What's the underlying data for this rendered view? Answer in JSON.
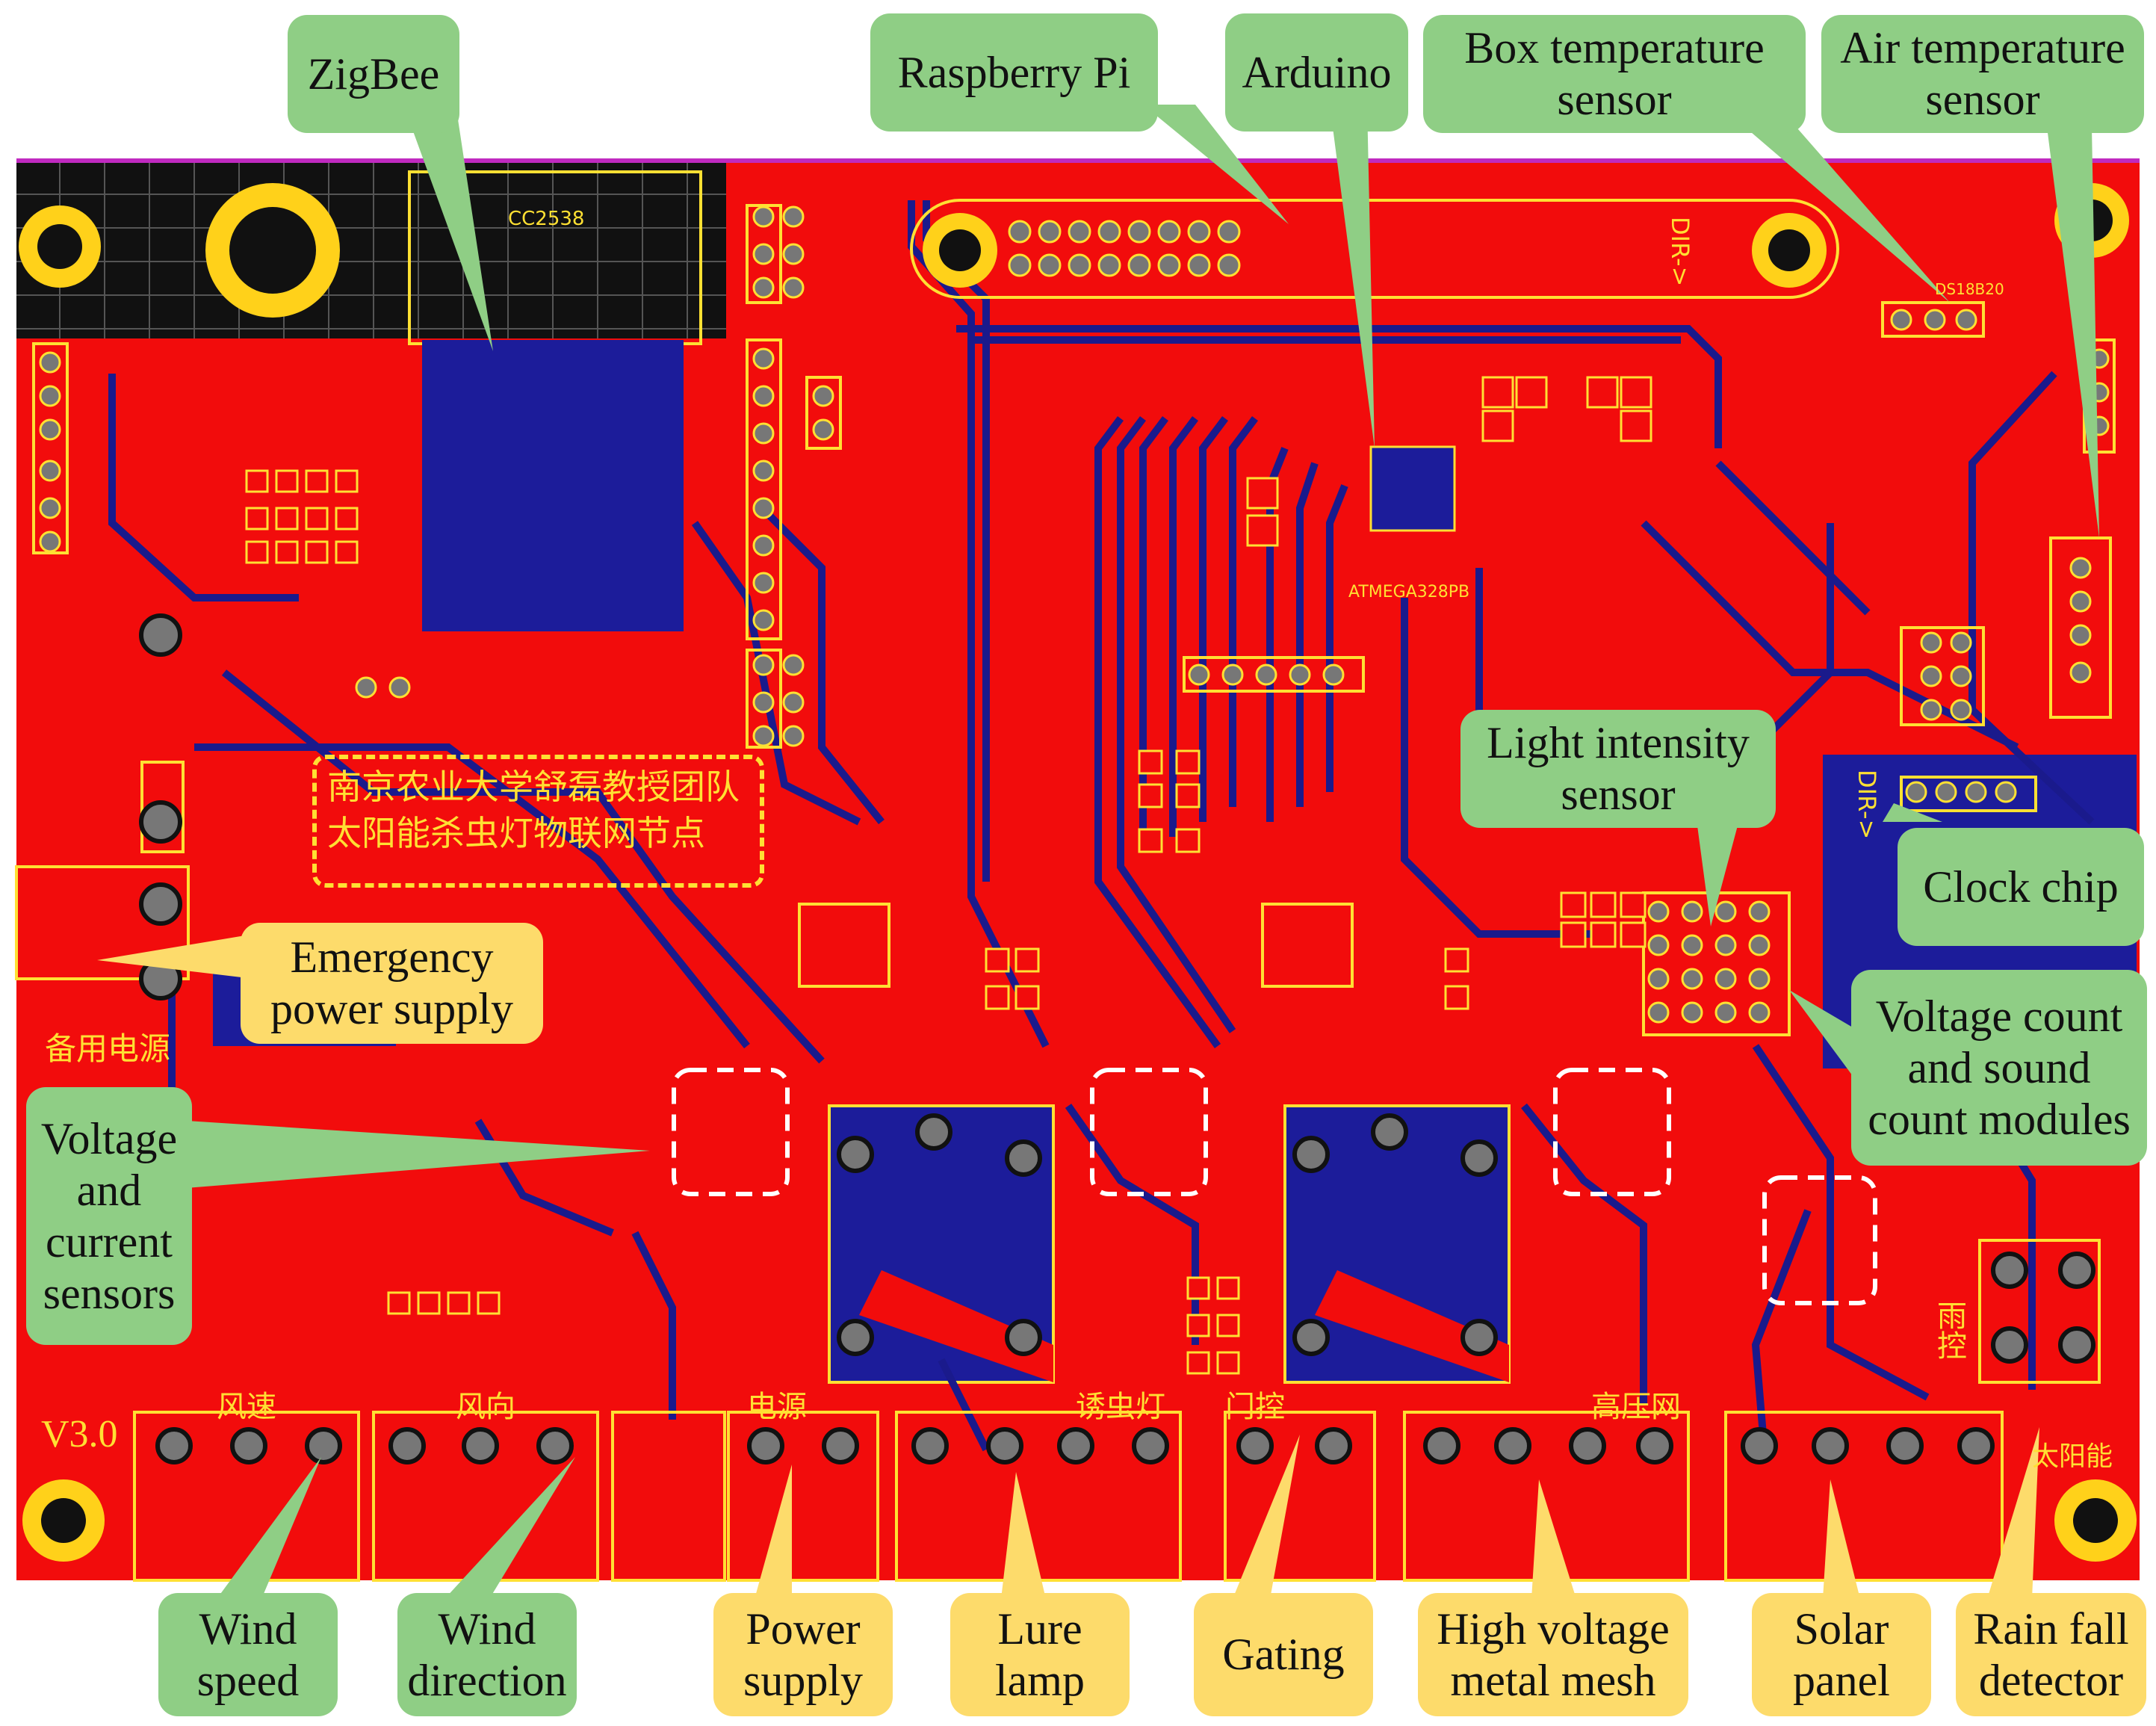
{
  "callouts": {
    "zigbee": "ZigBee",
    "raspberry_pi": "Raspberry Pi",
    "arduino": "Arduino",
    "box_temp": [
      "Box temperature",
      "sensor"
    ],
    "air_temp": [
      "Air temperature",
      "sensor"
    ],
    "emergency_power": [
      "Emergency",
      "power supply"
    ],
    "voltage_current": [
      "Voltage",
      "and",
      "current",
      "sensors"
    ],
    "light_intensity": [
      "Light intensity",
      "sensor"
    ],
    "clock_chip": "Clock chip",
    "voltage_sound": [
      "Voltage count",
      "and sound",
      "count modules"
    ],
    "wind_speed": [
      "Wind",
      "speed"
    ],
    "wind_direction": [
      "Wind",
      "direction"
    ],
    "power_supply": [
      "Power",
      "supply"
    ],
    "lure_lamp": [
      "Lure",
      "lamp"
    ],
    "gating": "Gating",
    "high_voltage": [
      "High voltage",
      "metal mesh"
    ],
    "solar_panel": [
      "Solar",
      "panel"
    ],
    "rain_fall": [
      "Rain fall",
      "detector"
    ]
  },
  "board_text": {
    "chinese_note": [
      "南京农业大学舒磊教授团队",
      "太阳能杀虫灯物联网节点"
    ],
    "version": "V3.0",
    "backup_power": "备用电源",
    "wind_speed_cn": "风速",
    "wind_dir_cn": "风向",
    "power_cn": "电源",
    "lure_cn": "诱虫灯",
    "gate_cn": "门控",
    "hv_cn": "高压网",
    "solar_cn": "太阳能",
    "rain_cn": "雨控",
    "cc2538": "CC2538",
    "atmega": "ATMEGA328PB",
    "dir_top": "DIR->",
    "dir_right": "DIR->",
    "ds18b20": "DS18B20"
  },
  "colors": {
    "board_red": "#f20c0c",
    "trace_blue": "#1a1a8c",
    "silk_yellow": "#ffe033",
    "green_callout": "#8fce85",
    "yellow_callout": "#fddb6b"
  }
}
